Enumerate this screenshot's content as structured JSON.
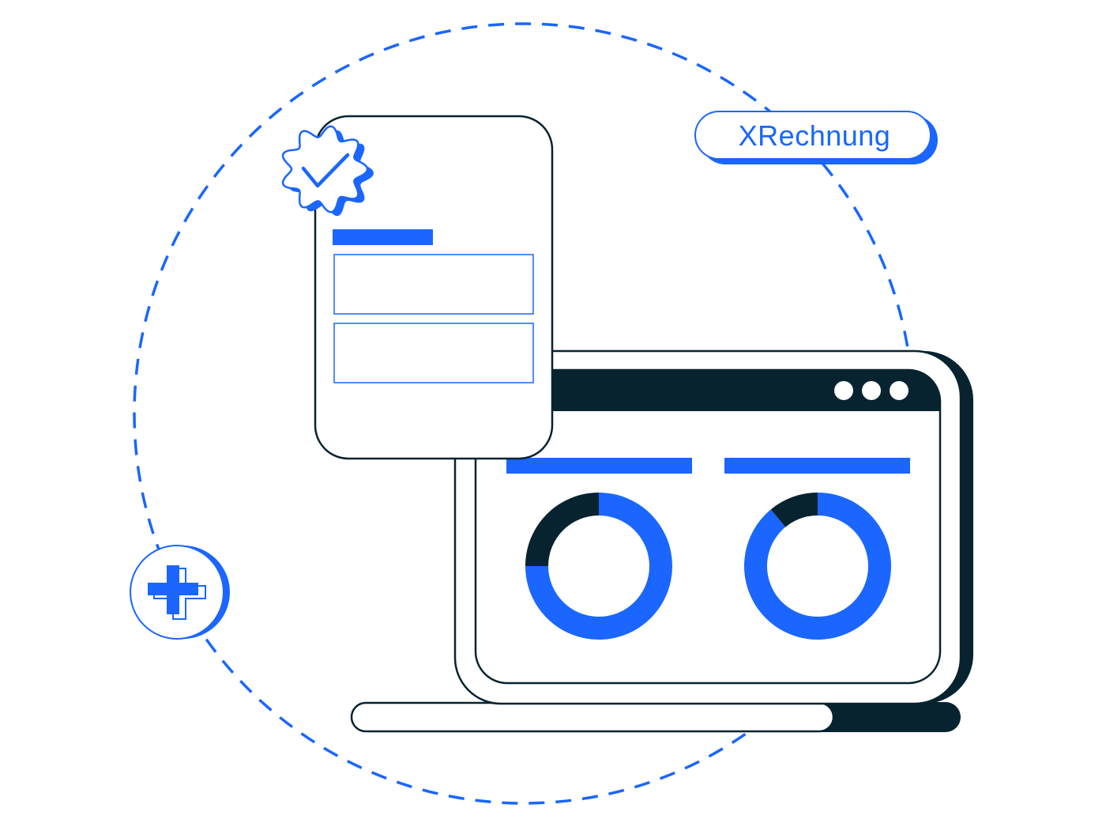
{
  "badge": {
    "label": "XRechnung"
  },
  "colors": {
    "accent": "#1a66ff",
    "dark": "#06232f",
    "line": "#06232f",
    "background": "#ffffff"
  },
  "icons": [
    "check-seal-icon",
    "plus-icon",
    "window-dots-icon"
  ],
  "donuts": [
    {
      "name": "donut-left",
      "accent_fraction": 0.75
    },
    {
      "name": "donut-right",
      "accent_fraction": 0.89
    }
  ]
}
